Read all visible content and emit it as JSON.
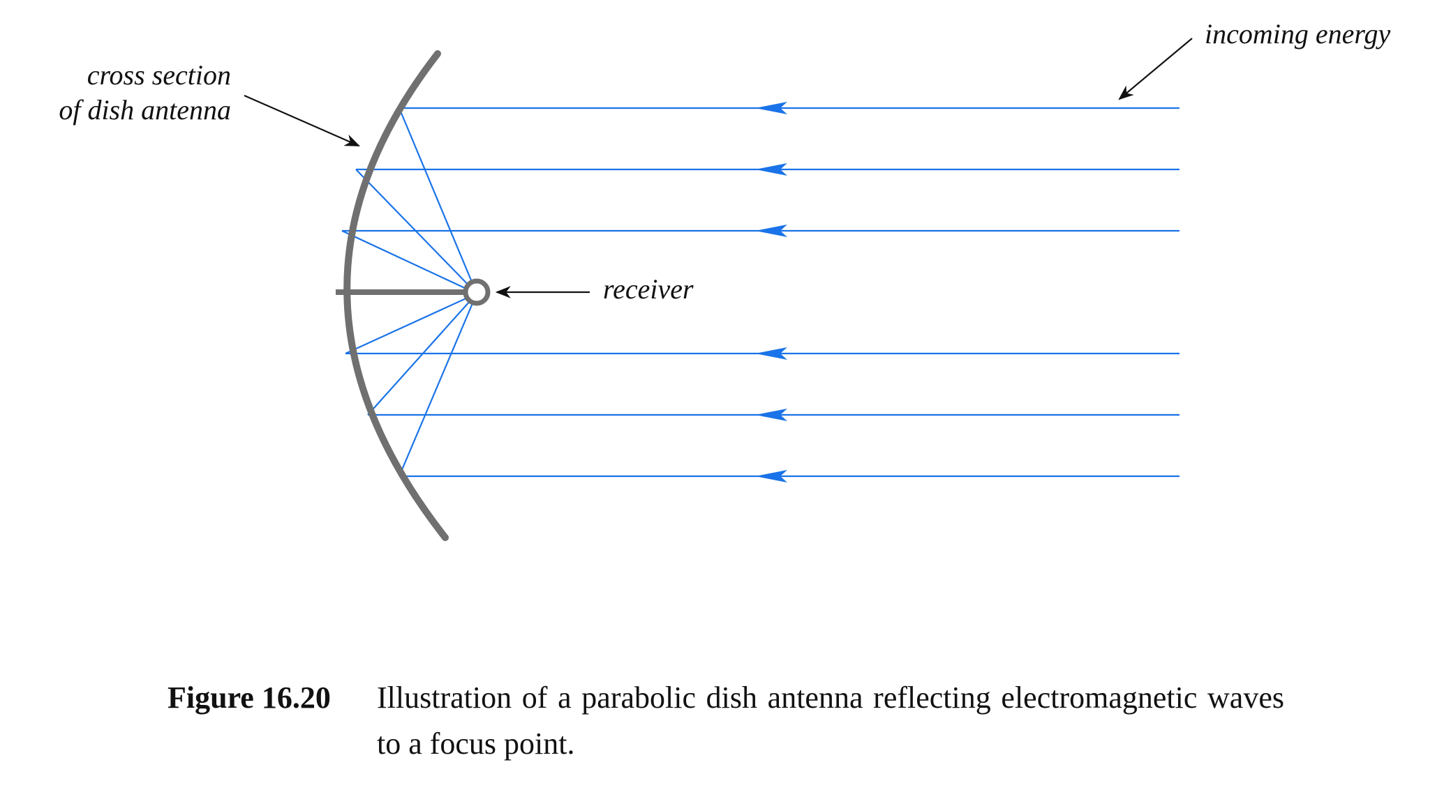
{
  "labels": {
    "dish": [
      "cross section",
      "of dish antenna"
    ],
    "receiver": "receiver",
    "incoming": "incoming energy"
  },
  "caption": {
    "number": "Figure 16.20",
    "text": "Illustration of a parabolic dish antenna reflecting electromagnetic waves to a focus point."
  },
  "colors": {
    "wave": "#1a73e8",
    "dish": "#707070",
    "annotation": "#111111"
  }
}
